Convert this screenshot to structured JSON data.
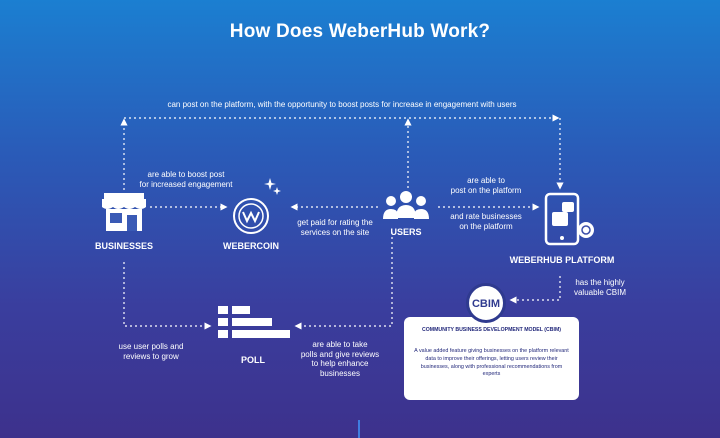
{
  "title": "How Does WeberHub Work?",
  "nodes": {
    "businesses": "BUSINESSES",
    "webercoin": "WEBERCOIN",
    "users": "USERS",
    "platform": "WEBERHUB PLATFORM",
    "poll": "POLL",
    "cbim_badge": "CBIM"
  },
  "edges": {
    "top": "can post on the platform, with the opportunity to boost posts for increase in engagement with users",
    "business_to_coin": [
      "are able to boost post",
      "for increased engagement"
    ],
    "users_to_coin": [
      "get paid for rating the",
      "services on the site"
    ],
    "users_to_platform_1": [
      "are able to",
      "post on the platform"
    ],
    "users_to_platform_2": [
      "and rate businesses",
      "on the platform"
    ],
    "platform_to_cbim": [
      "has the highly",
      "valuable CBIM"
    ],
    "business_to_poll": [
      "use user polls and",
      "reviews to grow"
    ],
    "users_to_poll": [
      "are able to take",
      "polls and give reviews",
      "to help enhance",
      "businesses"
    ]
  },
  "cbim": {
    "heading": "COMMUNITY BUSINESS DEVELOPMENT MODEL (CBIM)",
    "description": "A value added feature giving businesses on the platform relevant data to improve their offerings, letting users review their businesses, along with professional recommendations from experts"
  },
  "colors": {
    "line": "#ffffff",
    "card_text": "#22287a"
  }
}
